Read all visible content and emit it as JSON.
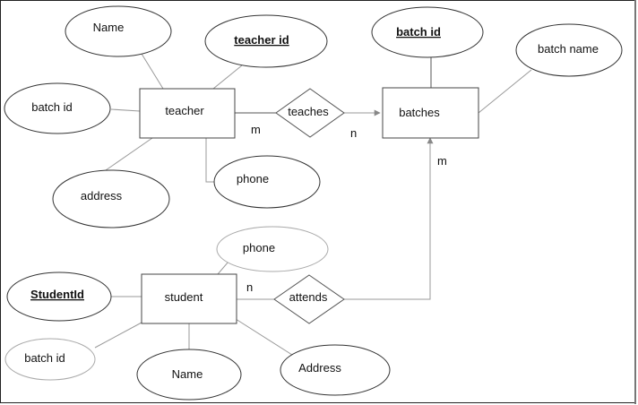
{
  "entities": {
    "teacher": "teacher",
    "batches": "batches",
    "student": "student"
  },
  "relationships": {
    "teaches": "teaches",
    "attends": "attends"
  },
  "teacher_attrs": {
    "name": "Name",
    "teacher_id": "teacher id",
    "batch_id": "batch id",
    "address": "address",
    "phone": "phone"
  },
  "batches_attrs": {
    "batch_id": "batch id",
    "batch_name": "batch name"
  },
  "student_attrs": {
    "phone": "phone",
    "student_id": "StudentId",
    "batch_id": "batch id",
    "name": "Name",
    "address": "Address"
  },
  "cardinalities": {
    "teacher_teaches": "m",
    "teaches_batches": "n",
    "batches_attends": "m",
    "student_attends": "n"
  }
}
